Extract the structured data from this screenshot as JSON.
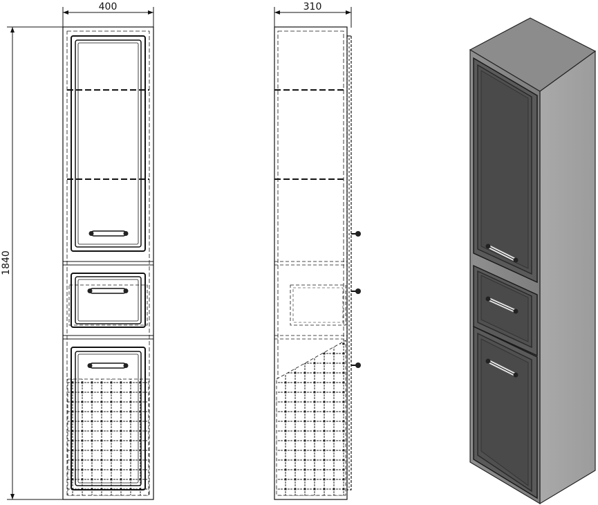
{
  "dimensions": {
    "front_width": "400",
    "side_depth": "310",
    "height": "1840"
  },
  "views": [
    {
      "id": "front-view",
      "kind": "front elevation"
    },
    {
      "id": "side-view",
      "kind": "side section"
    },
    {
      "id": "perspective-view",
      "kind": "3d render"
    }
  ],
  "colors": {
    "line": "#1a1a1a",
    "cabinet_body": "#9a9a9a",
    "cabinet_top": "#8a8a8a",
    "cabinet_side": "#a6a6a6",
    "door_panel": "#4a4a4a",
    "door_frame": "#6a6a6a"
  }
}
